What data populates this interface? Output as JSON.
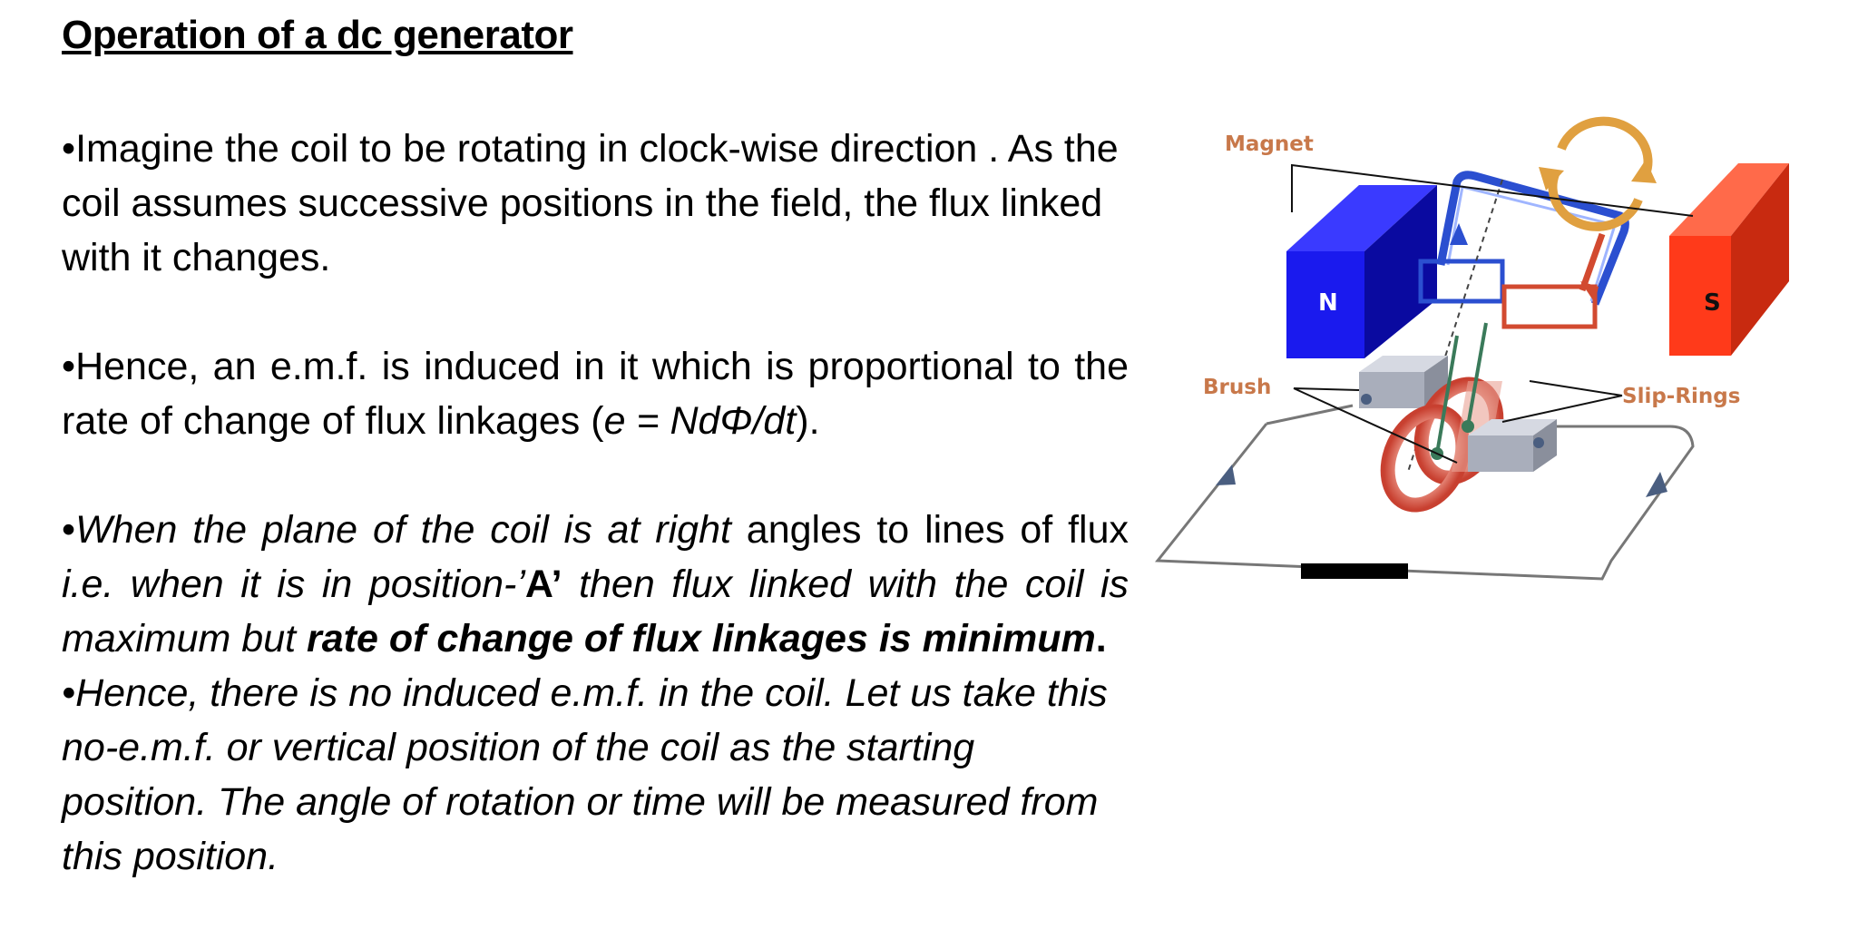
{
  "title": "Operation of a dc generator",
  "bullet": "•",
  "p1": {
    "text": "Imagine the coil to be rotating in clock-wise direction . As the coil assumes successive positions in the field, the flux linked with it changes."
  },
  "p2": {
    "a": "Hence, an e.m.f. is induced in it which is proportional to the rate of change of flux linkages (",
    "formula": "e = NdΦ/dt",
    "c": ")."
  },
  "p3": {
    "a": "When the plane of the coil is at right",
    "b": " angles to lines of flux ",
    "c": "i.e. when it is in position-’",
    "d": "A’",
    "e": " then flux linked with the coil is maximum but ",
    "f": "rate of change of flux linkages is minimum",
    "g": "."
  },
  "p4": {
    "text": "Hence, there is no induced e.m.f. in the coil. Let us take this no-e.m.f. or vertical position of the coil as the starting position. The angle of rotation or time will be measured from this position."
  },
  "diagram": {
    "magnet_label": "Magnet",
    "brush_label": "Brush",
    "slip_rings_label": "Slip-Rings",
    "north_label": "N",
    "south_label": "S",
    "colors": {
      "north": "#1a1aee",
      "south": "#ff3a1a",
      "label": "#c8784a",
      "coil": "#2b4fd0",
      "rotation_arrow": "#e0a040",
      "ring": "#d04a3a",
      "brush": "#a9aebb"
    }
  }
}
